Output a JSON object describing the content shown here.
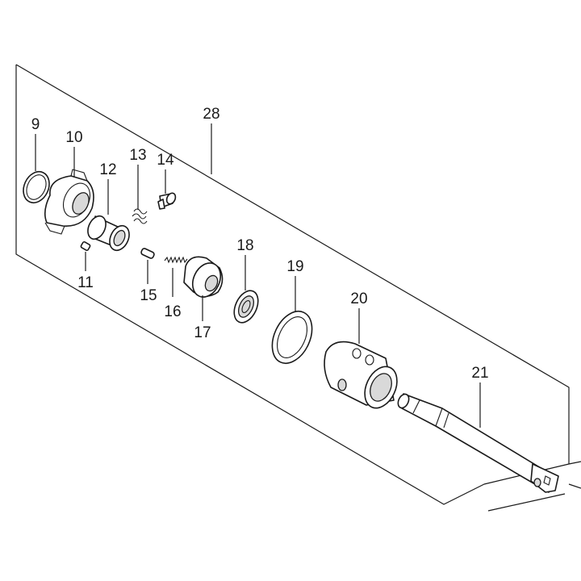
{
  "callouts": {
    "p9": "9",
    "p10": "10",
    "p11": "11",
    "p12": "12",
    "p13": "13",
    "p14": "14",
    "p15": "15",
    "p16": "16",
    "p17": "17",
    "p18": "18",
    "p19": "19",
    "p20": "20",
    "p21": "21",
    "p28": "28"
  }
}
